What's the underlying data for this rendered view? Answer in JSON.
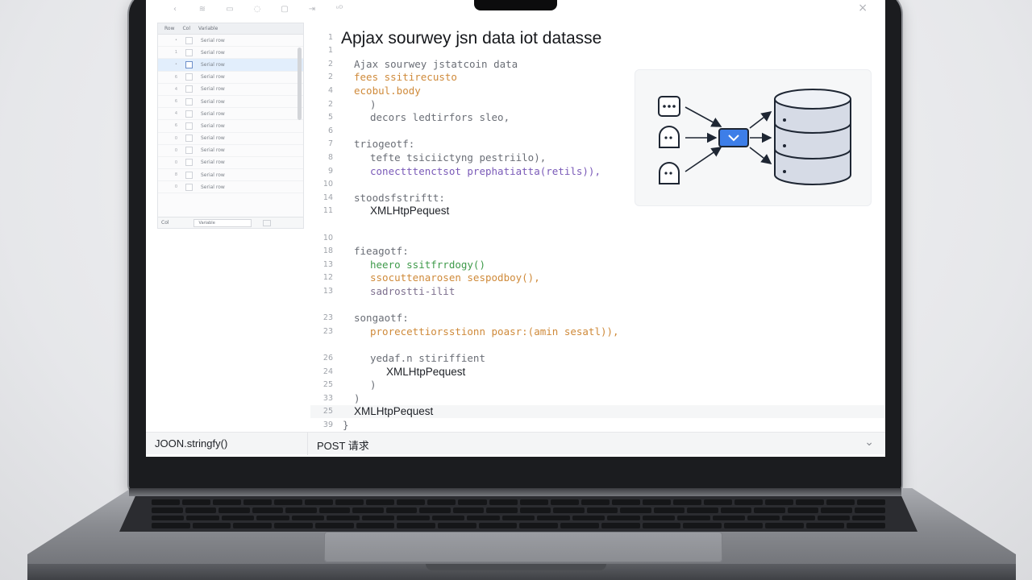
{
  "toolbar": {
    "icons": [
      "back-icon",
      "forward-icon",
      "panel-icon",
      "refresh-icon",
      "copy-icon",
      "expand-icon",
      "more-icon"
    ],
    "glyphs": [
      "‹",
      "≋",
      "▭",
      "◌",
      "▢",
      "⇥",
      "ᵘᴰ"
    ],
    "close": "×"
  },
  "side_panel": {
    "headers": [
      "Row",
      "Col",
      "Variable"
    ],
    "rows": [
      {
        "n": "•",
        "label": "Serial row",
        "selected": false
      },
      {
        "n": "1",
        "label": "Serial row",
        "selected": false
      },
      {
        "n": "•",
        "label": "Serial row",
        "selected": true
      },
      {
        "n": "6",
        "label": "Serial row",
        "selected": false
      },
      {
        "n": "4",
        "label": "Serial row",
        "selected": false
      },
      {
        "n": "6",
        "label": "Serial row",
        "selected": false
      },
      {
        "n": "4",
        "label": "Serial row",
        "selected": false
      },
      {
        "n": "6",
        "label": "Serial row",
        "selected": false
      },
      {
        "n": "0",
        "label": "Serial row",
        "selected": false
      },
      {
        "n": "0",
        "label": "Serial row",
        "selected": false
      },
      {
        "n": "0",
        "label": "Serial row",
        "selected": false
      },
      {
        "n": "8",
        "label": "Serial row",
        "selected": false
      },
      {
        "n": "0",
        "label": "Serial row",
        "selected": false
      }
    ],
    "footer": {
      "label": "Col",
      "select": "Variable"
    }
  },
  "editor": {
    "title": "Apjax sourwey jsn data iot datasse",
    "lines": [
      {
        "ln": "1",
        "text": "",
        "cls": "",
        "indent": 0
      },
      {
        "ln": "1",
        "text": "",
        "cls": "",
        "indent": 0
      },
      {
        "ln": "2",
        "text": "Ajax sourwey jstatcoin data",
        "cls": "c-gray",
        "indent": 0
      },
      {
        "ln": "2",
        "text": "fees ssitirecusto",
        "cls": "c-orange",
        "indent": 0
      },
      {
        "ln": "4",
        "text": "ecobul.body",
        "cls": "c-orange",
        "indent": 0
      },
      {
        "ln": "2",
        "text": ")",
        "cls": "c-gray",
        "indent": 1
      },
      {
        "ln": "5",
        "text": "decors ledtirfors sleo,",
        "cls": "c-gray",
        "indent": 1
      },
      {
        "ln": "6",
        "text": "",
        "cls": "",
        "indent": 0
      },
      {
        "ln": "7",
        "text": "triogeotf:",
        "cls": "c-gray",
        "indent": 0
      },
      {
        "ln": "8",
        "text": "tefte tsiciictyng pestriilo),",
        "cls": "c-gray",
        "indent": 1
      },
      {
        "ln": "9",
        "text": "conectttenctsot prephatiatta(retils)),",
        "cls": "c-purple",
        "indent": 1
      },
      {
        "ln": "10",
        "text": "",
        "cls": "",
        "indent": 0
      },
      {
        "ln": "14",
        "text": "stoodsfstriftt:",
        "cls": "c-gray",
        "indent": 0
      },
      {
        "ln": "11",
        "text": "XMLHtpPequest",
        "cls": "c-dark",
        "indent": 1
      },
      {
        "ln": "",
        "text": "",
        "cls": "",
        "indent": 0
      },
      {
        "ln": "10",
        "text": "",
        "cls": "",
        "indent": 0
      },
      {
        "ln": "18",
        "text": "fieagotf:",
        "cls": "c-gray",
        "indent": 0
      },
      {
        "ln": "13",
        "text": "heero ssitfrrdogy()",
        "cls": "c-green",
        "indent": 1
      },
      {
        "ln": "12",
        "text": "ssocuttenarosen sespodboy(),",
        "cls": "c-orange",
        "indent": 1
      },
      {
        "ln": "13",
        "text": "sadrostti-ilit",
        "cls": "c-mix",
        "indent": 1
      },
      {
        "ln": "",
        "text": "",
        "cls": "",
        "indent": 0
      },
      {
        "ln": "23",
        "text": "songaotf:",
        "cls": "c-gray",
        "indent": 0
      },
      {
        "ln": "23",
        "text": "prorecettiorsstionn poasr:(amin sesatl)),",
        "cls": "c-orange",
        "indent": 1
      },
      {
        "ln": "",
        "text": "",
        "cls": "",
        "indent": 0
      },
      {
        "ln": "26",
        "text": "yedaf.n stiriffient",
        "cls": "c-gray",
        "indent": 1
      },
      {
        "ln": "24",
        "text": "XMLHtpPequest",
        "cls": "c-dark",
        "indent": 2
      },
      {
        "ln": "25",
        "text": ")",
        "cls": "c-gray",
        "indent": 1
      },
      {
        "ln": "33",
        "text": ")",
        "cls": "c-gray",
        "indent": 0
      },
      {
        "ln": "25",
        "text": "XMLHtpPequest",
        "cls": "c-dark",
        "indent": 0
      },
      {
        "ln": "39",
        "text": "}",
        "cls": "c-gray",
        "indent": -1
      }
    ]
  },
  "diagram": {
    "nodes": [
      "chat-icon",
      "user-icon",
      "user-icon",
      "router-icon",
      "database-icon"
    ]
  },
  "status_bar": {
    "left": "JOON.stringfy()",
    "mid": "POST 请求",
    "chevron": "⌄"
  }
}
